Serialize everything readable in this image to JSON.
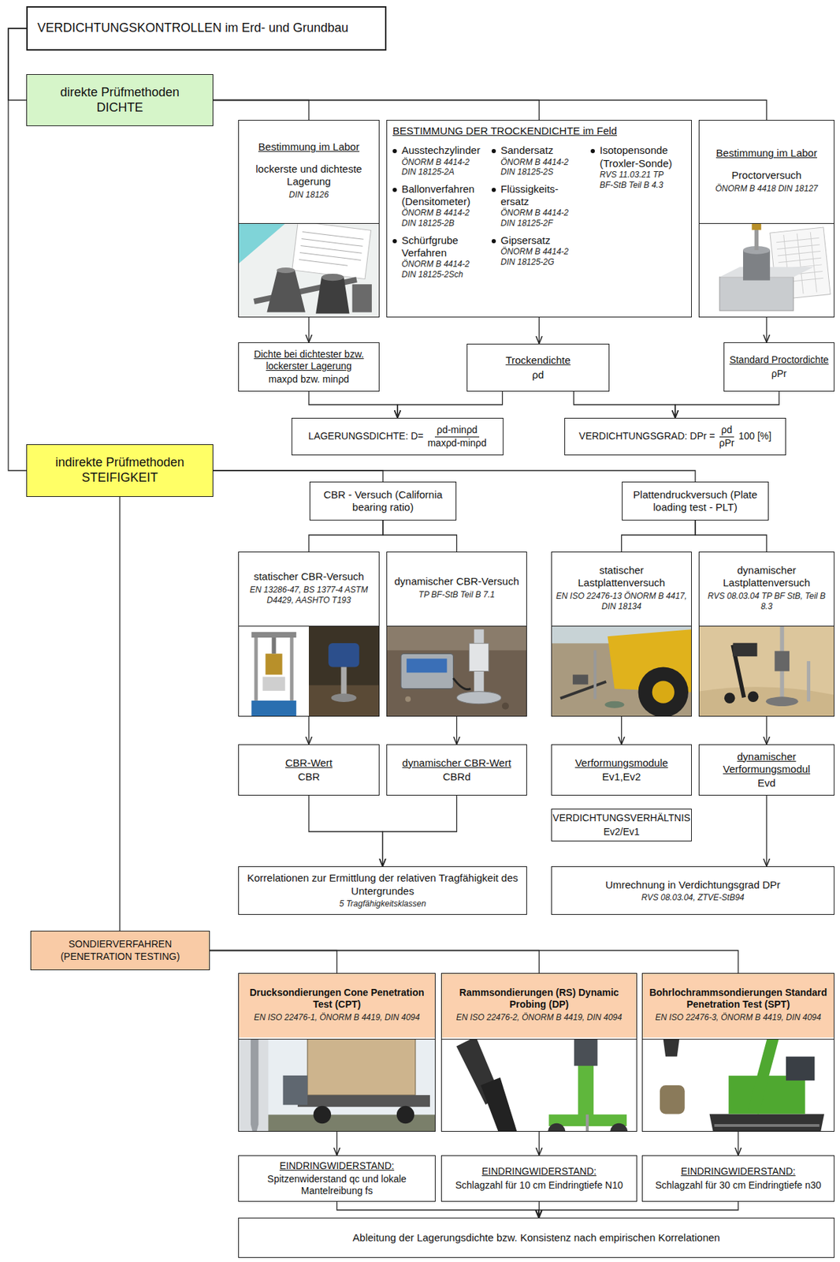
{
  "diagram": {
    "nodes": [
      {
        "text": [
          "VERDICHTUNGSKONTROLLEN im Erd- und Grundbau"
        ]
      },
      {
        "text": [
          "direkte Prüfmethoden DICHTE"
        ]
      },
      {
        "text": [
          "Bestimmung im Labor",
          "lockerste und dichteste Lagerung",
          "DIN 18126"
        ]
      },
      {
        "text": [
          "BESTIMMUNG DER TROCKENDICHTE im Feld",
          "Ausstechzylinder",
          "ÖNORM B 4414-2 DIN 18125-2A",
          "Ballonverfahren (Densitometer)",
          "ÖNORM B 4414-2 DIN 18125-2B",
          "Schürfgrube Verfahren",
          "ÖNORM B 4414-2 DIN 18125-2Sch",
          "Sandersatz",
          "ÖNORM B 4414-2 DIN 18125-2S",
          "Flüssigkeits- ersatz",
          "ÖNORM B 4414-2 DIN 18125-2F",
          "Gipsersatz",
          "ÖNORM B 4414-2 DIN 18125-2G",
          "Isotopensonde (Troxler-Sonde)",
          "RVS 11.03.21 TP BF-StB Teil B 4.3"
        ]
      },
      {
        "text": [
          "Bestimmung im Labor",
          "Proctorversuch",
          "ÖNORM B 4418 DIN 18127"
        ]
      },
      {
        "text": [
          "Dichte bei dichtester bzw. lockerster Lagerung",
          "maxρd bzw. minρd"
        ]
      },
      {
        "text": [
          "Trockendichte",
          "ρd"
        ]
      },
      {
        "text": [
          "Standard Proctordichte",
          "ρPr"
        ]
      },
      {
        "text": [
          "LAGERUNGSDICHTE: D=",
          "ρd-minρd",
          "maxρd-minρd"
        ]
      },
      {
        "text": [
          "VERDICHTUNGSGRAD: DPr =",
          "ρd",
          "ρPr",
          "100 [%]"
        ]
      },
      {
        "text": [
          "indirekte Prüfmethoden STEIFIGKEIT"
        ]
      },
      {
        "text": [
          "CBR - Versuch (California bearing ratio)"
        ]
      },
      {
        "text": [
          "Plattendruckversuch (Plate loading test - PLT)"
        ]
      },
      {
        "text": [
          "statischer CBR-Versuch",
          "EN 13286-47, BS 1377-4 ASTM D4429, AASHTO T193"
        ]
      },
      {
        "text": [
          "dynamischer CBR-Versuch",
          "TP BF-StB Teil B 7.1"
        ]
      },
      {
        "text": [
          "statischer Lastplattenversuch",
          "EN ISO 22476-13 ÖNORM B 4417, DIN 18134"
        ]
      },
      {
        "text": [
          "dynamischer Lastplattenversuch",
          "RVS 08.03.04 TP BF StB, Teil B 8.3"
        ]
      },
      {
        "text": [
          "CBR-Wert",
          "CBR"
        ]
      },
      {
        "text": [
          "dynamischer CBR-Wert",
          "CBRd"
        ]
      },
      {
        "text": [
          "Verformungsmodule",
          "Ev1,Ev2"
        ]
      },
      {
        "text": [
          "dynamischer Verformungsmodul",
          "Evd"
        ]
      },
      {
        "text": [
          "VERDICHTUNGSVERHÄLTNIS",
          "Ev2/Ev1"
        ]
      },
      {
        "text": [
          "Korrelationen zur Ermittlung der relativen Tragfähigkeit des Untergrundes",
          "5 Tragfähigkeitsklassen"
        ]
      },
      {
        "text": [
          "Umrechnung in Verdichtungsgrad DPr",
          "RVS 08.03.04, ZTVE-StB94"
        ]
      },
      {
        "text": [
          "SONDIERVERFAHREN (PENETRATION TESTING)"
        ]
      },
      {
        "text": [
          "Drucksondierungen Cone Penetration Test (CPT)",
          "EN ISO 22476-1, ÖNORM B 4419, DIN 4094"
        ]
      },
      {
        "text": [
          "Rammsondierungen (RS) Dynamic Probing (DP)",
          "EN ISO 22476-2, ÖNORM B 4419, DIN 4094"
        ]
      },
      {
        "text": [
          "Bohrlochrammsondierungen Standard Penetration Test (SPT)",
          "EN ISO 22476-3, ÖNORM B 4419, DIN 4094"
        ]
      },
      {
        "text": [
          "EINDRINGWIDERSTAND:",
          "Spitzenwiderstand qc und lokale Mantelreibung fs"
        ]
      },
      {
        "text": [
          "EINDRINGWIDERSTAND:",
          "Schlagzahl für 10 cm Eindringtiefe N10"
        ]
      },
      {
        "text": [
          "EINDRINGWIDERSTAND:",
          "Schlagzahl für 30 cm Eindringtiefe n30"
        ]
      },
      {
        "text": [
          "Ableitung der Lagerungsdichte bzw. Konsistenz nach empirischen Korrelationen"
        ]
      }
    ],
    "edges": [
      {
        "from": 0,
        "to": 1,
        "arrow": "none"
      },
      {
        "from": 0,
        "to": 10,
        "arrow": "none"
      },
      {
        "from": 1,
        "to": 2,
        "arrow": "none"
      },
      {
        "from": 1,
        "to": 3,
        "arrow": "none"
      },
      {
        "from": 1,
        "to": 4,
        "arrow": "none"
      },
      {
        "from": 2,
        "to": 5,
        "arrow": "to"
      },
      {
        "from": 3,
        "to": 6,
        "arrow": "to"
      },
      {
        "from": 4,
        "to": 7,
        "arrow": "to"
      },
      {
        "from": 5,
        "to": 8,
        "arrow": "to"
      },
      {
        "from": 6,
        "to": 8,
        "arrow": "to"
      },
      {
        "from": 6,
        "to": 9,
        "arrow": "to"
      },
      {
        "from": 7,
        "to": 9,
        "arrow": "to"
      },
      {
        "from": 10,
        "to": 11,
        "arrow": "none"
      },
      {
        "from": 10,
        "to": 12,
        "arrow": "none"
      },
      {
        "from": 11,
        "to": 13,
        "arrow": "none"
      },
      {
        "from": 11,
        "to": 14,
        "arrow": "none"
      },
      {
        "from": 12,
        "to": 15,
        "arrow": "none"
      },
      {
        "from": 12,
        "to": 16,
        "arrow": "none"
      },
      {
        "from": 13,
        "to": 17,
        "arrow": "to"
      },
      {
        "from": 14,
        "to": 18,
        "arrow": "to"
      },
      {
        "from": 15,
        "to": 19,
        "arrow": "to"
      },
      {
        "from": 16,
        "to": 20,
        "arrow": "to"
      },
      {
        "from": 17,
        "to": 22,
        "arrow": "to"
      },
      {
        "from": 18,
        "to": 22,
        "arrow": "to"
      },
      {
        "from": 20,
        "to": 23,
        "arrow": "to"
      },
      {
        "from": 10,
        "to": 24,
        "arrow": "none"
      },
      {
        "from": 24,
        "to": 25,
        "arrow": "none"
      },
      {
        "from": 24,
        "to": 26,
        "arrow": "none"
      },
      {
        "from": 24,
        "to": 27,
        "arrow": "none"
      },
      {
        "from": 25,
        "to": 28,
        "arrow": "to"
      },
      {
        "from": 26,
        "to": 29,
        "arrow": "to"
      },
      {
        "from": 27,
        "to": 30,
        "arrow": "to"
      },
      {
        "from": 28,
        "to": 31,
        "arrow": "to"
      },
      {
        "from": 29,
        "to": 31,
        "arrow": "to"
      },
      {
        "from": 30,
        "to": 31,
        "arrow": "to"
      }
    ]
  }
}
